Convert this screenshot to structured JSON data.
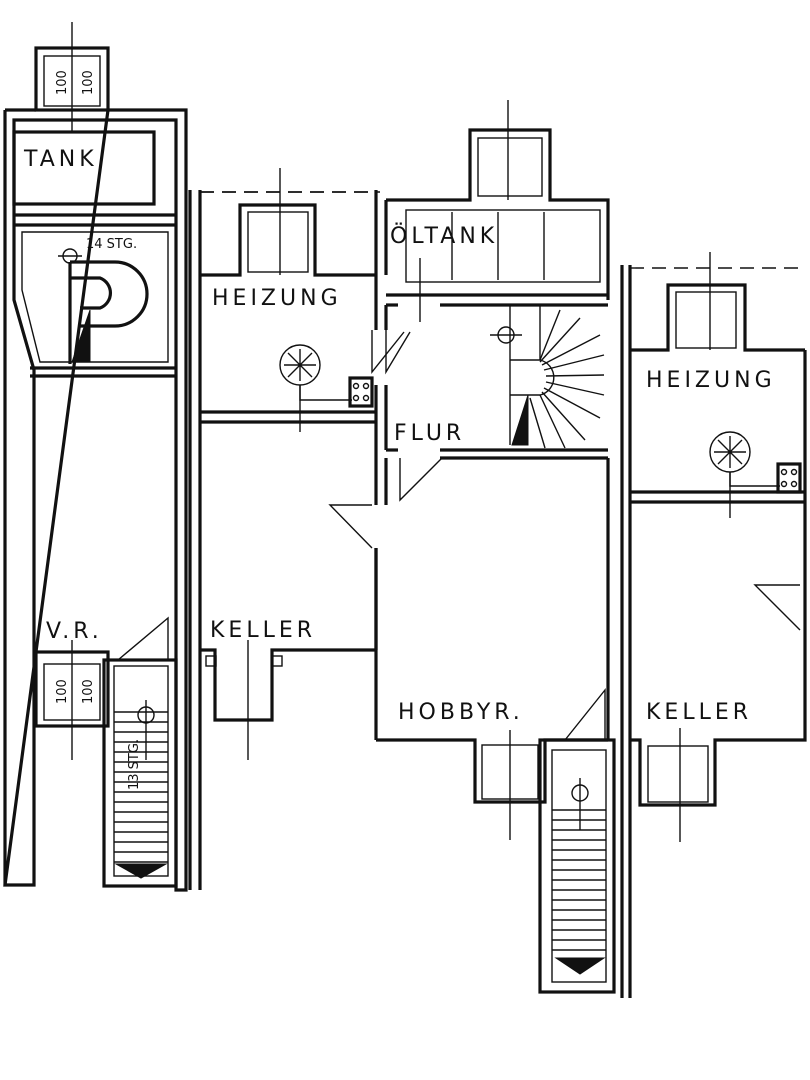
{
  "rooms": {
    "tank": "TANK",
    "stairs_left_top": "14 STG.",
    "heizung_left": "HEIZUNG",
    "oeltank": "ÖLTANK",
    "flur": "FLUR",
    "heizung_right": "HEIZUNG",
    "vr": "V.R.",
    "keller_left": "KELLER",
    "hobbyr": "HOBBYR.",
    "keller_right": "KELLER",
    "stairs_left_bottom": "13 STG."
  },
  "shafts": {
    "top_dim_a": "100",
    "top_dim_b": "100",
    "vr_dim_a": "100",
    "vr_dim_b": "100"
  }
}
